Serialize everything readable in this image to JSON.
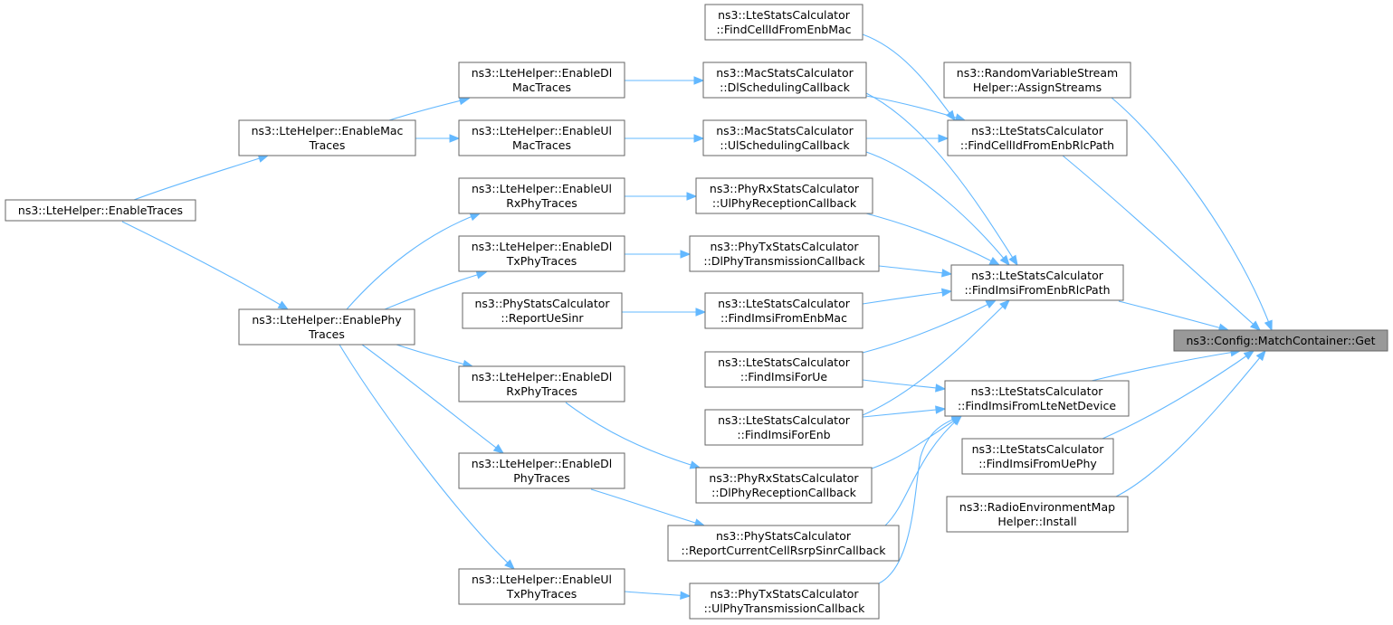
{
  "graph": {
    "colors": {
      "edge": "#63b8ff",
      "node_border": "#666666",
      "node_fill": "#ffffff",
      "focus_fill": "#999999",
      "text": "#000000"
    },
    "nodes": [
      {
        "id": "enableTraces",
        "lines": [
          "ns3::LteHelper::EnableTraces"
        ]
      },
      {
        "id": "enableMacTraces",
        "lines": [
          "ns3::LteHelper::EnableMac",
          "Traces"
        ]
      },
      {
        "id": "enablePhyTraces",
        "lines": [
          "ns3::LteHelper::EnablePhy",
          "Traces"
        ]
      },
      {
        "id": "enableDlMacTraces",
        "lines": [
          "ns3::LteHelper::EnableDl",
          "MacTraces"
        ]
      },
      {
        "id": "enableUlMacTraces",
        "lines": [
          "ns3::LteHelper::EnableUl",
          "MacTraces"
        ]
      },
      {
        "id": "enableUlRxPhyTraces",
        "lines": [
          "ns3::LteHelper::EnableUl",
          "RxPhyTraces"
        ]
      },
      {
        "id": "enableDlTxPhyTraces",
        "lines": [
          "ns3::LteHelper::EnableDl",
          "TxPhyTraces"
        ]
      },
      {
        "id": "reportUeSinr",
        "lines": [
          "ns3::PhyStatsCalculator",
          "::ReportUeSinr"
        ]
      },
      {
        "id": "enableDlRxPhyTraces",
        "lines": [
          "ns3::LteHelper::EnableDl",
          "RxPhyTraces"
        ]
      },
      {
        "id": "enableDlPhyTraces",
        "lines": [
          "ns3::LteHelper::EnableDl",
          "PhyTraces"
        ]
      },
      {
        "id": "enableUlTxPhyTraces",
        "lines": [
          "ns3::LteHelper::EnableUl",
          "TxPhyTraces"
        ]
      },
      {
        "id": "findCellIdFromEnbMac",
        "lines": [
          "ns3::LteStatsCalculator",
          "::FindCellIdFromEnbMac"
        ]
      },
      {
        "id": "dlSchedulingCallback",
        "lines": [
          "ns3::MacStatsCalculator",
          "::DlSchedulingCallback"
        ]
      },
      {
        "id": "ulSchedulingCallback",
        "lines": [
          "ns3::MacStatsCalculator",
          "::UlSchedulingCallback"
        ]
      },
      {
        "id": "ulPhyReceptionCallback",
        "lines": [
          "ns3::PhyRxStatsCalculator",
          "::UlPhyReceptionCallback"
        ]
      },
      {
        "id": "dlPhyTransmissionCallback",
        "lines": [
          "ns3::PhyTxStatsCalculator",
          "::DlPhyTransmissionCallback"
        ]
      },
      {
        "id": "findImsiFromEnbMac",
        "lines": [
          "ns3::LteStatsCalculator",
          "::FindImsiFromEnbMac"
        ]
      },
      {
        "id": "findImsiForUe",
        "lines": [
          "ns3::LteStatsCalculator",
          "::FindImsiForUe"
        ]
      },
      {
        "id": "findImsiForEnb",
        "lines": [
          "ns3::LteStatsCalculator",
          "::FindImsiForEnb"
        ]
      },
      {
        "id": "dlPhyReceptionCallback",
        "lines": [
          "ns3::PhyRxStatsCalculator",
          "::DlPhyReceptionCallback"
        ]
      },
      {
        "id": "reportCurrentCellRsrpSinrCallback",
        "lines": [
          "ns3::PhyStatsCalculator",
          "::ReportCurrentCellRsrpSinrCallback"
        ]
      },
      {
        "id": "ulPhyTransmissionCallback",
        "lines": [
          "ns3::PhyTxStatsCalculator",
          "::UlPhyTransmissionCallback"
        ]
      },
      {
        "id": "assignStreams",
        "lines": [
          "ns3::RandomVariableStream",
          "Helper::AssignStreams"
        ]
      },
      {
        "id": "findCellIdFromEnbRlcPath",
        "lines": [
          "ns3::LteStatsCalculator",
          "::FindCellIdFromEnbRlcPath"
        ]
      },
      {
        "id": "findImsiFromEnbRlcPath",
        "lines": [
          "ns3::LteStatsCalculator",
          "::FindImsiFromEnbRlcPath"
        ]
      },
      {
        "id": "findImsiFromLteNetDevice",
        "lines": [
          "ns3::LteStatsCalculator",
          "::FindImsiFromLteNetDevice"
        ]
      },
      {
        "id": "findImsiFromUePhy",
        "lines": [
          "ns3::LteStatsCalculator",
          "::FindImsiFromUePhy"
        ]
      },
      {
        "id": "remInstall",
        "lines": [
          "ns3::RadioEnvironmentMap",
          "Helper::Install"
        ]
      },
      {
        "id": "matchContainerGet",
        "lines": [
          "ns3::Config::MatchContainer::Get"
        ],
        "focus": true
      }
    ],
    "edges": [
      {
        "from": "enableTraces",
        "to": "enableMacTraces"
      },
      {
        "from": "enableTraces",
        "to": "enablePhyTraces"
      },
      {
        "from": "enableMacTraces",
        "to": "enableDlMacTraces"
      },
      {
        "from": "enableMacTraces",
        "to": "enableUlMacTraces"
      },
      {
        "from": "enablePhyTraces",
        "to": "enableUlRxPhyTraces"
      },
      {
        "from": "enablePhyTraces",
        "to": "enableDlTxPhyTraces"
      },
      {
        "from": "enablePhyTraces",
        "to": "enableDlRxPhyTraces"
      },
      {
        "from": "enablePhyTraces",
        "to": "enableDlPhyTraces"
      },
      {
        "from": "enablePhyTraces",
        "to": "enableUlTxPhyTraces"
      },
      {
        "from": "enableDlMacTraces",
        "to": "dlSchedulingCallback"
      },
      {
        "from": "enableUlMacTraces",
        "to": "ulSchedulingCallback"
      },
      {
        "from": "enableUlRxPhyTraces",
        "to": "ulPhyReceptionCallback"
      },
      {
        "from": "enableDlTxPhyTraces",
        "to": "dlPhyTransmissionCallback"
      },
      {
        "from": "reportUeSinr",
        "to": "findImsiFromEnbMac"
      },
      {
        "from": "enableDlRxPhyTraces",
        "to": "dlPhyReceptionCallback"
      },
      {
        "from": "enableDlPhyTraces",
        "to": "reportCurrentCellRsrpSinrCallback"
      },
      {
        "from": "enableUlTxPhyTraces",
        "to": "ulPhyTransmissionCallback"
      },
      {
        "from": "findCellIdFromEnbMac",
        "to": "findCellIdFromEnbRlcPath"
      },
      {
        "from": "dlSchedulingCallback",
        "to": "findCellIdFromEnbRlcPath"
      },
      {
        "from": "ulSchedulingCallback",
        "to": "findCellIdFromEnbRlcPath"
      },
      {
        "from": "dlSchedulingCallback",
        "to": "findImsiFromEnbRlcPath"
      },
      {
        "from": "ulSchedulingCallback",
        "to": "findImsiFromEnbRlcPath"
      },
      {
        "from": "ulPhyReceptionCallback",
        "to": "findImsiFromEnbRlcPath"
      },
      {
        "from": "dlPhyTransmissionCallback",
        "to": "findImsiFromEnbRlcPath"
      },
      {
        "from": "findImsiFromEnbMac",
        "to": "findImsiFromEnbRlcPath"
      },
      {
        "from": "findImsiForUe",
        "to": "findImsiFromEnbRlcPath"
      },
      {
        "from": "findImsiForEnb",
        "to": "findImsiFromEnbRlcPath"
      },
      {
        "from": "findImsiForUe",
        "to": "findImsiFromLteNetDevice"
      },
      {
        "from": "findImsiForEnb",
        "to": "findImsiFromLteNetDevice"
      },
      {
        "from": "dlPhyReceptionCallback",
        "to": "findImsiFromLteNetDevice"
      },
      {
        "from": "reportCurrentCellRsrpSinrCallback",
        "to": "findImsiFromLteNetDevice"
      },
      {
        "from": "ulPhyTransmissionCallback",
        "to": "findImsiFromLteNetDevice"
      },
      {
        "from": "assignStreams",
        "to": "matchContainerGet"
      },
      {
        "from": "findCellIdFromEnbRlcPath",
        "to": "matchContainerGet"
      },
      {
        "from": "findImsiFromEnbRlcPath",
        "to": "matchContainerGet"
      },
      {
        "from": "findImsiFromLteNetDevice",
        "to": "matchContainerGet"
      },
      {
        "from": "findImsiFromUePhy",
        "to": "matchContainerGet"
      },
      {
        "from": "remInstall",
        "to": "matchContainerGet"
      }
    ]
  }
}
